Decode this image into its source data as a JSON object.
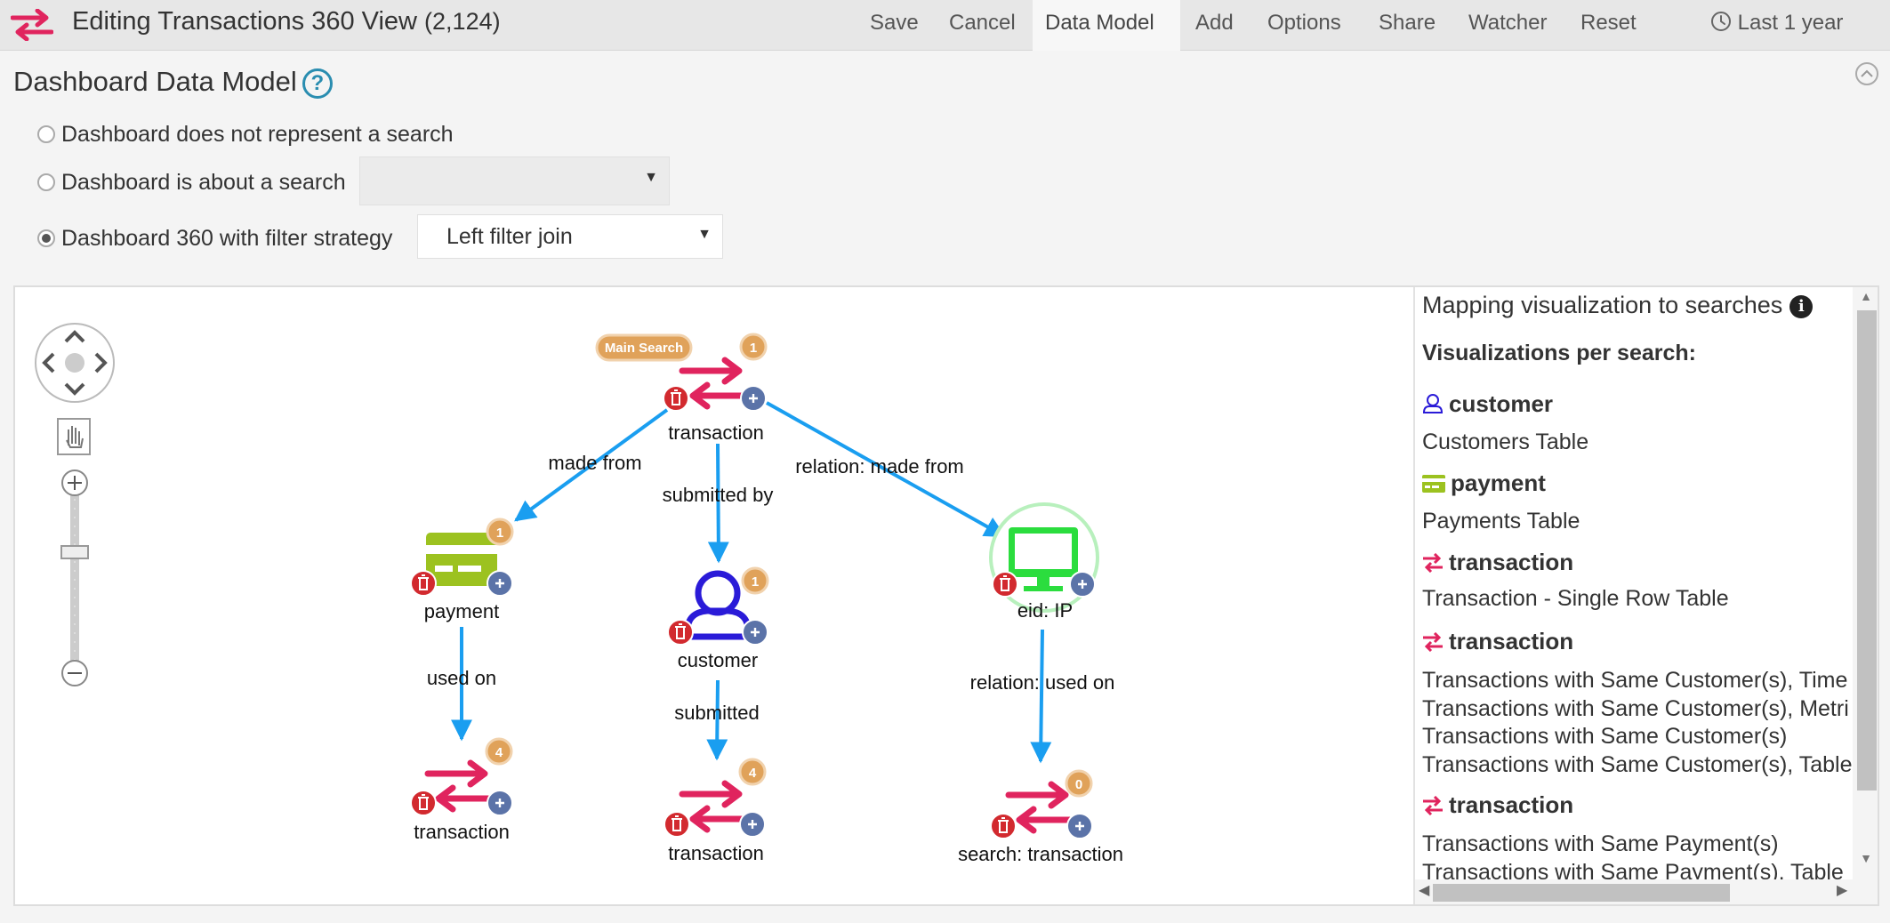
{
  "app": {
    "title": "Editing Transactions 360 View",
    "count": "(2,124)"
  },
  "menu": {
    "save": "Save",
    "cancel": "Cancel",
    "data_model": "Data Model",
    "add": "Add",
    "options": "Options",
    "share": "Share",
    "watcher": "Watcher",
    "reset": "Reset",
    "time_range": "Last 1 year"
  },
  "section": {
    "title": "Dashboard Data Model",
    "help": "?"
  },
  "radios": {
    "not_search": "Dashboard does not represent a search",
    "about_search": "Dashboard is about a search",
    "about_search_value": "",
    "filter_strategy": "Dashboard 360 with filter strategy",
    "filter_strategy_value": "Left filter join",
    "selected": "filter_strategy"
  },
  "colors": {
    "accent": "#e0245e",
    "help": "#2a8db0",
    "edge": "#1a9ef0",
    "badge": "#e0a25a",
    "delete": "#d22a2f",
    "add": "#5b73a8",
    "payment": "#9cc220",
    "customer": "#2a1bd8",
    "ip": "#2bdd3e"
  },
  "graph": {
    "main_search_label": "Main Search",
    "nodes": [
      {
        "id": "root",
        "label": "transaction",
        "icon": "transaction-icon",
        "badge": "1"
      },
      {
        "id": "payment",
        "label": "payment",
        "icon": "credit-card-icon",
        "badge": "1"
      },
      {
        "id": "customer",
        "label": "customer",
        "icon": "user-icon",
        "badge": "1"
      },
      {
        "id": "ip",
        "label": "eid: IP",
        "icon": "monitor-icon",
        "badge": ""
      },
      {
        "id": "t1",
        "label": "transaction",
        "icon": "transaction-icon",
        "badge": "4"
      },
      {
        "id": "t2",
        "label": "transaction",
        "icon": "transaction-icon",
        "badge": "4"
      },
      {
        "id": "t3",
        "label": "search: transaction",
        "icon": "transaction-icon",
        "badge": "0"
      }
    ],
    "edges": [
      {
        "label": "made from"
      },
      {
        "label": "submitted by"
      },
      {
        "label": "relation: made from"
      },
      {
        "label": "used on"
      },
      {
        "label": "submitted"
      },
      {
        "label": "relation: used on"
      }
    ]
  },
  "side": {
    "title": "Mapping visualization to searches",
    "subtitle": "Visualizations per search:",
    "entities": [
      {
        "name": "customer",
        "icon": "user-icon",
        "visualizations": [
          "Customers Table"
        ]
      },
      {
        "name": "payment",
        "icon": "credit-card-icon",
        "visualizations": [
          "Payments Table"
        ]
      },
      {
        "name": "transaction",
        "icon": "transaction-icon",
        "visualizations": [
          "Transaction - Single Row Table"
        ]
      },
      {
        "name": "transaction",
        "icon": "transaction-icon",
        "visualizations": [
          "Transactions with Same Customer(s), Time",
          "Transactions with Same Customer(s), Metri",
          "Transactions with Same Customer(s)",
          "Transactions with Same Customer(s), Table"
        ]
      },
      {
        "name": "transaction",
        "icon": "transaction-icon",
        "visualizations": [
          "Transactions with Same Payment(s)",
          "Transactions with Same Payment(s), Table"
        ]
      }
    ]
  }
}
